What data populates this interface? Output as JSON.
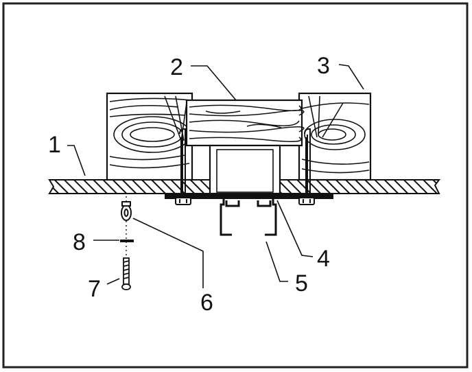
{
  "diagram": {
    "labels": [
      {
        "id": "1",
        "text": "1"
      },
      {
        "id": "2",
        "text": "2"
      },
      {
        "id": "3",
        "text": "3"
      },
      {
        "id": "4",
        "text": "4"
      },
      {
        "id": "5",
        "text": "5"
      },
      {
        "id": "6",
        "text": "6"
      },
      {
        "id": "7",
        "text": "7"
      },
      {
        "id": "8",
        "text": "8"
      }
    ]
  },
  "colors": {
    "ink": "#111111",
    "background": "#ffffff"
  }
}
